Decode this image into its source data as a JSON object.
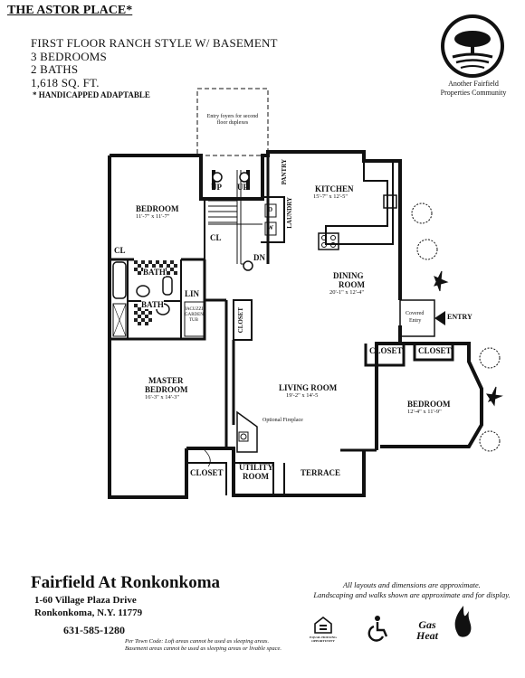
{
  "header": {
    "title": "THE ASTOR PLACE*",
    "lines": [
      "FIRST FLOOR RANCH STYLE W/ BASEMENT",
      "3 BEDROOMS",
      "2 BATHS",
      "1,618 SQ. FT."
    ],
    "note": "* HANDICAPPED ADAPTABLE"
  },
  "logo": {
    "caption_1": "Another Fairfield",
    "caption_2": "Properties Community"
  },
  "plan": {
    "entry_foyers": "Entry foyers for second floor duplexes",
    "bedroom1": {
      "name": "BEDROOM",
      "dim": "11'-7\" x 11'-7\""
    },
    "kitchen": {
      "name": "KITCHEN",
      "dim": "15'-7\" x 12'-5\""
    },
    "pantry": "PANTRY",
    "laundry": "LAUNDRY",
    "dining": {
      "name_1": "DINING",
      "name_2": "ROOM",
      "dim": "20'-1\" x 12'-4\""
    },
    "covered_entry_1": "Covered",
    "covered_entry_2": "Entry",
    "entry": "ENTRY",
    "master": {
      "name_1": "MASTER",
      "name_2": "BEDROOM",
      "dim": "16'-3\" x 14'-3\""
    },
    "living": {
      "name": "LIVING ROOM",
      "dim": "19'-2\" x 14'-5"
    },
    "bedroom3": {
      "name": "BEDROOM",
      "dim": "12'-4\" x 11'-9\""
    },
    "fireplace": "Optional Fireplace",
    "bath": "BATH",
    "lin": "LIN",
    "cl": "CL",
    "jacuzzi": "JACUZZI GARDEN TUB",
    "closet": "CLOSET",
    "utility_1": "UTILITY",
    "utility_2": "ROOM",
    "terrace": "TERRACE",
    "up": "UP",
    "dn": "DN",
    "d": "D",
    "w": "W"
  },
  "footer": {
    "community": "Fairfield At Ronkonkoma",
    "address_1": "1-60 Village Plaza Drive",
    "address_2": "Ronkonkoma, N.Y. 11779",
    "phone": "631-585-1280",
    "disclaimer_1": "All layouts and dimensions are approximate.",
    "disclaimer_2": "Landscaping and walks shown are approximate and for display.",
    "town_code_1": "Per Town Code: Loft areas cannot be used as sleeping areas.",
    "town_code_2": "Basement areas cannot be used as sleeping areas or livable space.",
    "gas_1": "Gas",
    "gas_2": "Heat",
    "equal_housing": "EQUAL HOUSING OPPORTUNITY"
  }
}
